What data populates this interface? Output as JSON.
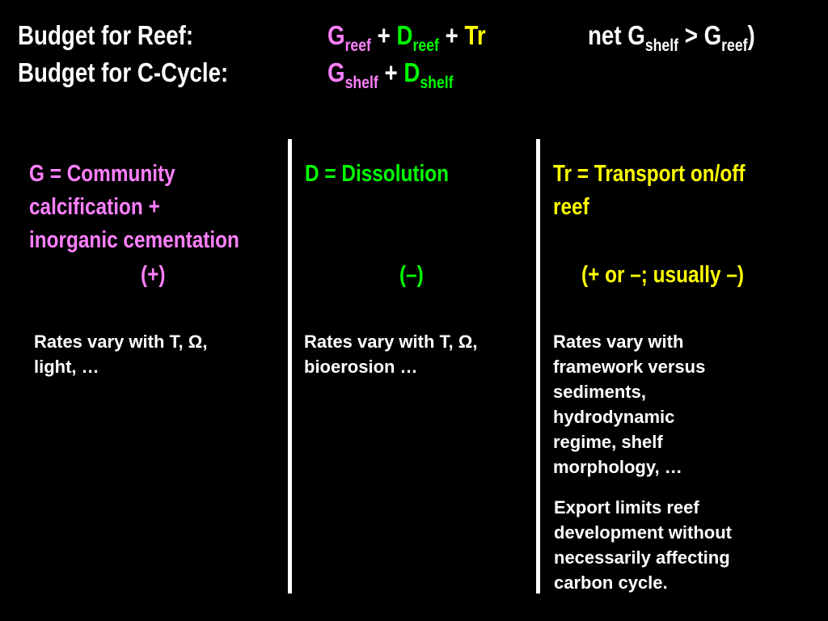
{
  "header": {
    "reef_label": "Budget for Reef:",
    "cycle_label": "Budget for C-Cycle:",
    "reef_eq": {
      "g": "G",
      "g_sub": "reef",
      "plus1": " + ",
      "d": "D",
      "d_sub": "reef",
      "plus2": " + ",
      "tr": "Tr"
    },
    "net": {
      "prefix": "net G",
      "sub1": "shelf",
      "mid": " > G",
      "sub2": "reef",
      "close": ")"
    },
    "cycle_eq": {
      "g": "G",
      "g_sub": "shelf",
      "plus": " + ",
      "d": "D",
      "d_sub": "shelf"
    }
  },
  "columns": [
    {
      "title_lines": [
        "G = Community",
        "calcification +",
        "inorganic cementation"
      ],
      "sign": "(+)",
      "color": "#ff80ff",
      "body_lines": [
        "Rates vary with T, Ω,",
        "light, …"
      ]
    },
    {
      "title_lines": [
        "D = Dissolution"
      ],
      "sign": "(–)",
      "color": "#00ff00",
      "body_lines": [
        "Rates vary with T, Ω,",
        "bioerosion …"
      ]
    },
    {
      "title_lines": [
        "Tr = Transport on/off",
        "reef"
      ],
      "sign": "(+ or –; usually –)",
      "color": "#ffff00",
      "body_lines": [
        "Rates vary with",
        "framework versus",
        "sediments,",
        "hydrodynamic",
        "regime, shelf",
        "morphology, …"
      ],
      "note_lines": [
        "Export limits reef",
        "development without",
        "necessarily affecting",
        "carbon cycle."
      ]
    }
  ]
}
